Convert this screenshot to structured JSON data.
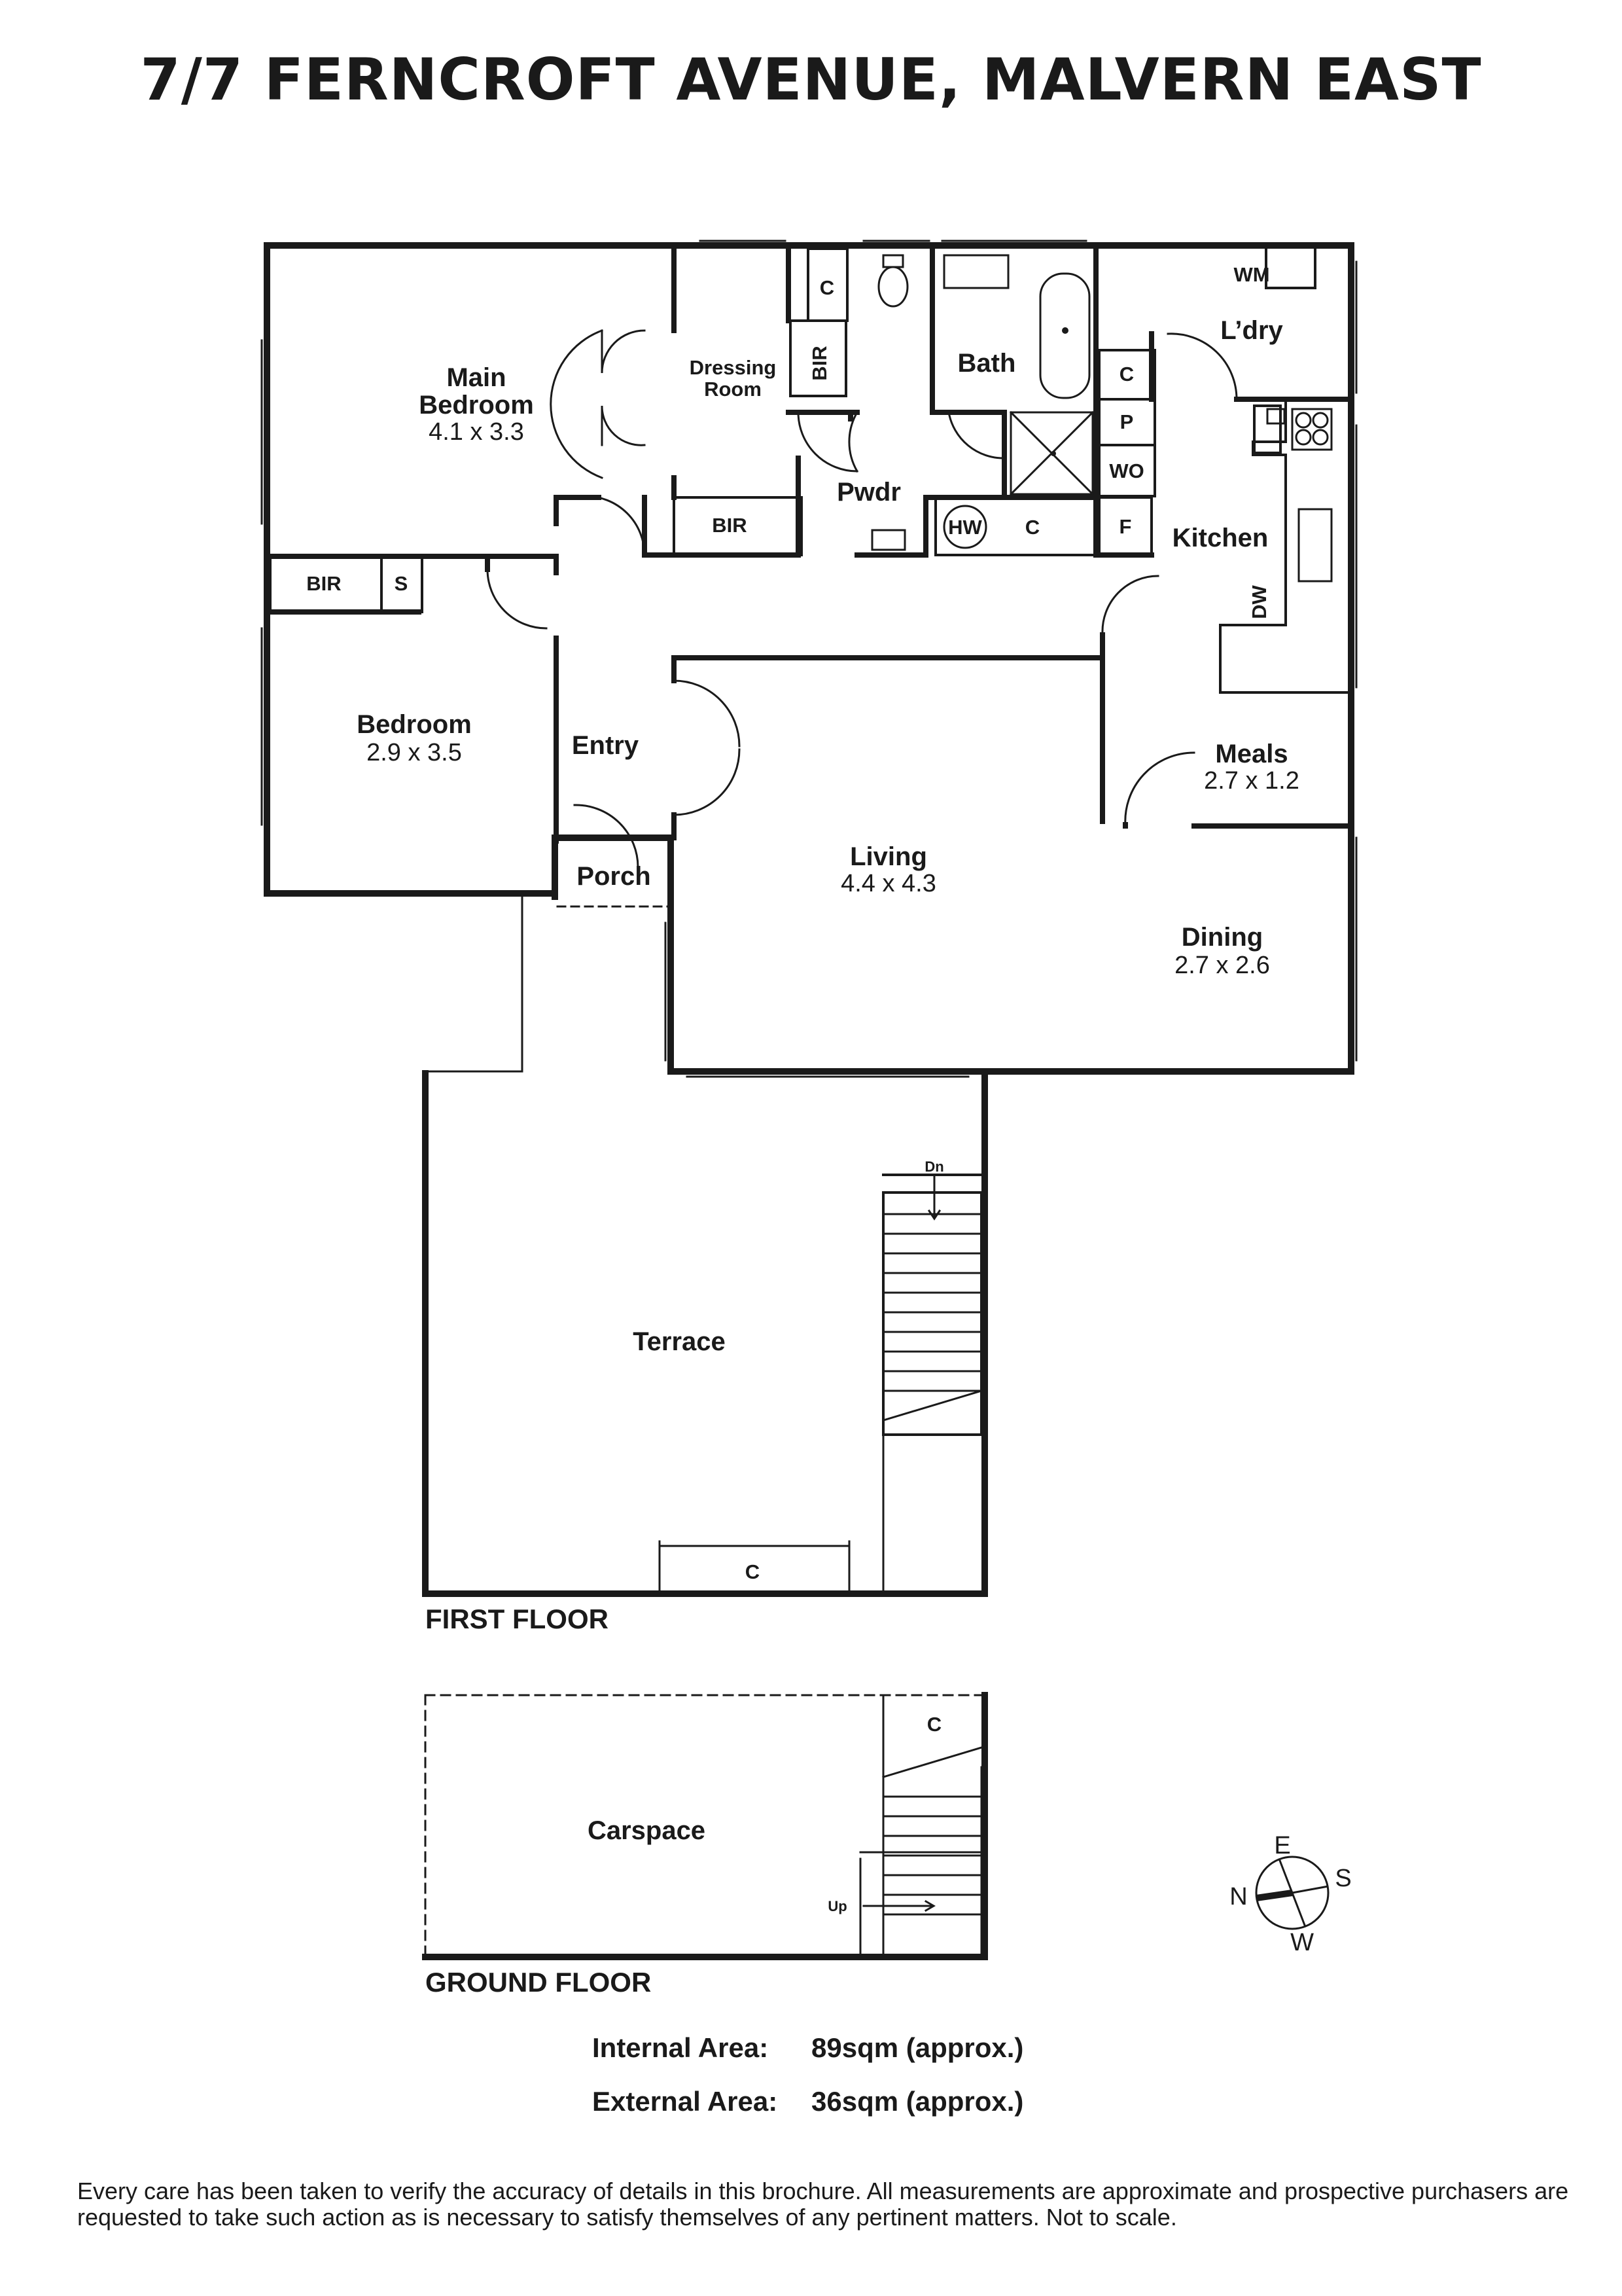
{
  "title": "7/7 FERNCROFT AVENUE, MALVERN EAST",
  "rooms": {
    "main_bedroom": {
      "line1": "Main",
      "line2": "Bedroom",
      "dims": "4.1 x 3.3"
    },
    "dressing": {
      "line1": "Dressing",
      "line2": "Room"
    },
    "bath": "Bath",
    "pwdr": "Pwdr",
    "laundry": "L’dry",
    "kitchen": "Kitchen",
    "bedroom": {
      "name": "Bedroom",
      "dims": "2.9 x 3.5"
    },
    "entry": "Entry",
    "porch": "Porch",
    "living": {
      "name": "Living",
      "dims": "4.4 x 4.3"
    },
    "meals": {
      "name": "Meals",
      "dims": "2.7 x 1.2"
    },
    "dining": {
      "name": "Dining",
      "dims": "2.7 x 2.6"
    },
    "terrace": "Terrace",
    "carspace": "Carspace"
  },
  "fixtures": {
    "c": "C",
    "bir": "BIR",
    "s": "S",
    "wm": "WM",
    "p": "P",
    "wo": "WO",
    "f": "F",
    "hw": "HW",
    "dw": "DW",
    "dn": "Dn",
    "up": "Up"
  },
  "compass": {
    "n": "N",
    "e": "E",
    "s": "S",
    "w": "W"
  },
  "floors": {
    "first": "FIRST FLOOR",
    "ground": "GROUND FLOOR"
  },
  "areas": [
    {
      "label": "Internal Area:",
      "value": "89sqm (approx.)"
    },
    {
      "label": "External Area:",
      "value": "36sqm (approx.)"
    }
  ],
  "disclaimer": "Every care has been taken to verify the accuracy of details in this brochure. All measurements are approximate and prospective purchasers are requested to take such action as is necessary to satisfy themselves of any pertinent matters. Not to scale."
}
